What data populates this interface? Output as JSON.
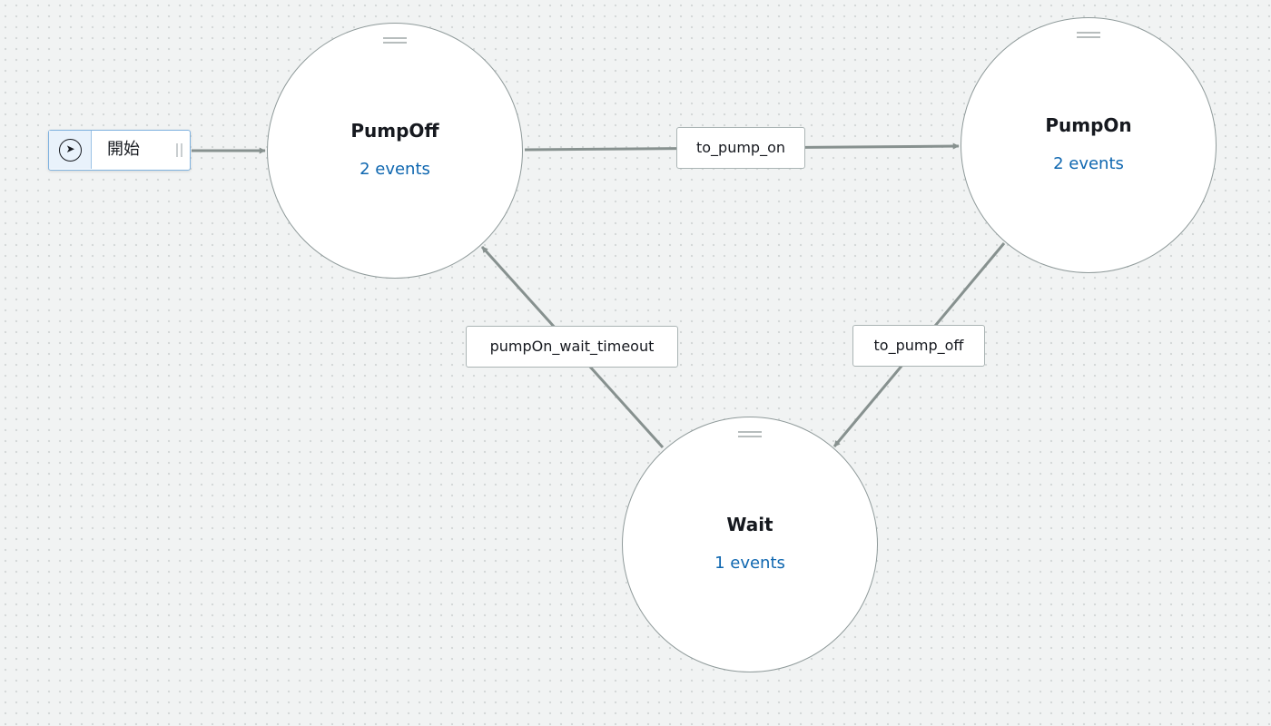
{
  "start_node": {
    "label": "開始",
    "icon": "play-circle-icon"
  },
  "states": {
    "pump_off": {
      "name": "PumpOff",
      "events": "2 events"
    },
    "pump_on": {
      "name": "PumpOn",
      "events": "2 events"
    },
    "wait": {
      "name": "Wait",
      "events": "1 events"
    }
  },
  "transitions": {
    "to_pump_on": {
      "label": "to_pump_on",
      "from": "PumpOff",
      "to": "PumpOn"
    },
    "to_pump_off": {
      "label": "to_pump_off",
      "from": "PumpOn",
      "to": "Wait"
    },
    "pump_on_wait_timeout": {
      "label": "pumpOn_wait_timeout",
      "from": "Wait",
      "to": "PumpOff"
    }
  },
  "colors": {
    "canvas_background": "#f1f3f3",
    "edge": "#87918f",
    "event_link": "#0f67b0",
    "start_border": "#7fb2df"
  }
}
